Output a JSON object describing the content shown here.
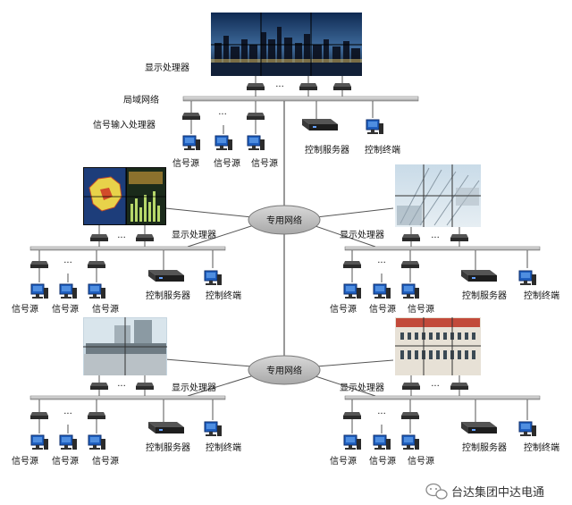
{
  "title": {},
  "top": {
    "display_processor_label": "显示处理器",
    "lan_label": "局域网络",
    "input_processor_label": "信号输入处理器",
    "ellipsis": "...",
    "control_server_label": "控制服务器",
    "control_terminal_label": "控制终端",
    "sources": [
      "信号源",
      "信号源",
      "信号源"
    ]
  },
  "private_network_label": "专用网络",
  "branches": [
    {
      "id": "mid-left",
      "display_processor_label": "显示处理器",
      "sources": [
        "信号源",
        "信号源",
        "信号源"
      ],
      "control_server_label": "控制服务器",
      "control_terminal_label": "控制终端"
    },
    {
      "id": "mid-right",
      "display_processor_label": "显示处理器",
      "sources": [
        "信号源",
        "信号源",
        "信号源"
      ],
      "control_server_label": "控制服务器",
      "control_terminal_label": "控制终端"
    },
    {
      "id": "bottom-left",
      "display_processor_label": "显示处理器",
      "sources": [
        "信号源",
        "信号源",
        "信号源"
      ],
      "control_server_label": "控制服务器",
      "control_terminal_label": "控制终端"
    },
    {
      "id": "bottom-right",
      "display_processor_label": "显示处理器",
      "sources": [
        "信号源",
        "信号源",
        "信号源"
      ],
      "control_server_label": "控制服务器",
      "control_terminal_label": "控制终端"
    }
  ],
  "watermark": {
    "text": "台达集团中达电通",
    "icon": "wechat-icon"
  },
  "colors": {
    "line": "#555555",
    "ellipse_fill": "#bdbdbd",
    "device": "#2b2b2b",
    "monitor": "#1f5fbf"
  }
}
